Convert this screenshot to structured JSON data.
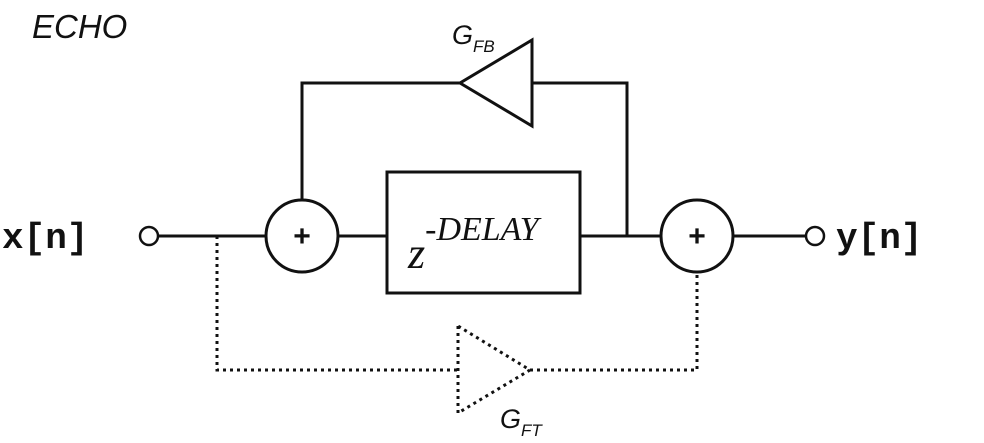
{
  "title": "ECHO",
  "input_label": "x[n]",
  "output_label": "y[n]",
  "delay": {
    "base": "z",
    "exponent": "-DELAY"
  },
  "sum_symbol": "+",
  "feedback_gain": {
    "base": "G",
    "subscript": "FB"
  },
  "feedthrough_gain": {
    "base": "G",
    "subscript": "FT"
  },
  "colors": {
    "line": "#111111",
    "background": "#ffffff"
  }
}
